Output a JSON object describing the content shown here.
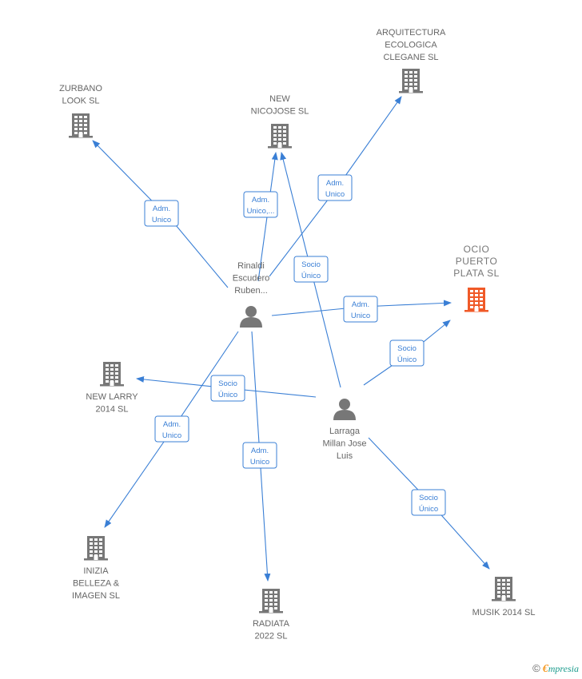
{
  "colors": {
    "edge": "#3a7fd5",
    "company": "#777777",
    "highlight": "#f05a28",
    "person": "#777777"
  },
  "nodes": [
    {
      "id": "zurbano",
      "kind": "company",
      "label": [
        "ZURBANO",
        "LOOK SL"
      ]
    },
    {
      "id": "nicojose",
      "kind": "company",
      "label": [
        "NEW",
        "NICOJOSE  SL"
      ]
    },
    {
      "id": "arquitectura",
      "kind": "company",
      "label": [
        "ARQUITECTURA",
        "ECOLOGICA",
        "CLEGANE  SL"
      ]
    },
    {
      "id": "ocio",
      "kind": "company",
      "highlight": true,
      "label": [
        "OCIO",
        "PUERTO",
        "PLATA  SL"
      ]
    },
    {
      "id": "rinaldi",
      "kind": "person",
      "label": [
        "Rinaldi",
        "Escudero",
        "Ruben..."
      ]
    },
    {
      "id": "larraga",
      "kind": "person",
      "label": [
        "Larraga",
        "Millan Jose",
        "Luis"
      ]
    },
    {
      "id": "newlarry",
      "kind": "company",
      "label": [
        "NEW LARRY",
        "2014  SL"
      ]
    },
    {
      "id": "inizia",
      "kind": "company",
      "label": [
        "INIZIA",
        "BELLEZA &",
        "IMAGEN  SL"
      ]
    },
    {
      "id": "radiata",
      "kind": "company",
      "label": [
        "RADIATA",
        "2022  SL"
      ]
    },
    {
      "id": "musik",
      "kind": "company",
      "label": [
        "MUSIK 2014  SL"
      ]
    }
  ],
  "edges": [
    {
      "id": "e1",
      "from": "rinaldi",
      "to": "zurbano",
      "label": [
        "Adm.",
        "Unico"
      ]
    },
    {
      "id": "e2",
      "from": "rinaldi",
      "to": "nicojose",
      "label": [
        "Adm.",
        "Unico,..."
      ]
    },
    {
      "id": "e3",
      "from": "rinaldi",
      "to": "arquitectura",
      "label": [
        "Adm.",
        "Unico"
      ]
    },
    {
      "id": "e4",
      "from": "rinaldi",
      "to": "ocio",
      "label": [
        "Adm.",
        "Unico"
      ]
    },
    {
      "id": "e5",
      "from": "larraga",
      "to": "nicojose",
      "label": [
        "Socio",
        "Único"
      ]
    },
    {
      "id": "e6",
      "from": "larraga",
      "to": "ocio",
      "label": [
        "Socio",
        "Único"
      ]
    },
    {
      "id": "e7",
      "from": "larraga",
      "to": "newlarry",
      "label": [
        "Socio",
        "Único"
      ]
    },
    {
      "id": "e8",
      "from": "rinaldi",
      "to": "inizia",
      "label": [
        "Adm.",
        "Unico"
      ]
    },
    {
      "id": "e9",
      "from": "rinaldi",
      "to": "radiata",
      "label": [
        "Adm.",
        "Unico"
      ]
    },
    {
      "id": "e10",
      "from": "larraga",
      "to": "musik",
      "label": [
        "Socio",
        "Único"
      ]
    }
  ],
  "footer": {
    "copyright": "©",
    "brand_initial": "€",
    "brand_rest": "mpresia"
  }
}
